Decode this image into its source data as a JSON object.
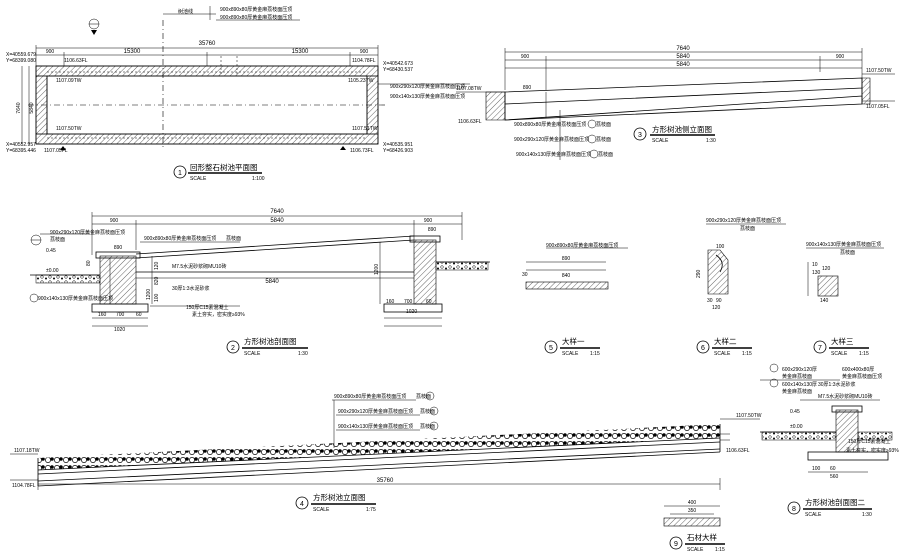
{
  "view1": {
    "coord_tl": "X=40559.679\nY=68399.080",
    "coord_tr": "X=40542.673\nY=68430.537",
    "coord_bl": "X=40552.957\nY=68395.446",
    "coord_br": "X=40535.951\nY=68426.903",
    "level_tl": "1106.63FL",
    "level_tr": "1104.78FL",
    "level_tw_l": "1107.09TW",
    "level_tw_r": "1105.23TW",
    "level_bl_tw": "1107.50TW",
    "level_br_tw": "1107.51TW",
    "level_bl": "1107.05FL",
    "level_br": "1106.73FL",
    "dim_total": "35760",
    "dim_half_l": "15300",
    "dim_half_r": "15300",
    "dim_end_l": "900",
    "dim_end_r": "900",
    "dim_width": "7640",
    "dim_inner": "5840",
    "dim_edge": "900",
    "label_top1": "900x890x80厚黄金麻荔枝面压顶",
    "label_top2": "900x890x80厚黄金麻荔枝面压顶",
    "label_small": "树池线",
    "label_r1": "900x290x120厚黄金麻荔枝面压顶",
    "label_r2": "900x140x130厚黄金麻荔枝面压顶",
    "number": "1",
    "title": "回形整石树池平面图",
    "scale_label": "SCALE",
    "scale": "1:100"
  },
  "view3": {
    "dim_total": "7640",
    "dim_inner": "5840",
    "dim_mid": "5840",
    "dim_l": "900",
    "dim_r": "900",
    "dim_890": "890",
    "level_l_tw": "1107.08TW",
    "level_l": "1106.63FL",
    "level_r_tw": "1107.50TW",
    "level_r": "1107.05FL",
    "label1": "900x890x80厚黄金麻荔枝面压顶",
    "label1b": "荔枝面",
    "label2": "900x290x120厚黄金麻荔枝面压顶",
    "label2b": "荔枝面",
    "label3": "900x140x130厚黄金麻荔枝面压顶",
    "label3b": "荔枝面",
    "number": "3",
    "title": "方形树池侧立面图",
    "scale_label": "SCALE",
    "scale": "1:30"
  },
  "view2": {
    "dim_total": "7640",
    "dim_inner": "5840",
    "dim_l": "900",
    "dim_r": "900",
    "dim_890l": "890",
    "dim_890r": "890",
    "dim_5840b": "5840",
    "dim_1020l": "1020",
    "dim_1020r": "1020",
    "dim_700l": "700",
    "dim_700r": "700",
    "dim_160l": "160",
    "dim_160r": "160",
    "dim_60l": "60",
    "dim_60r": "60",
    "dim_80": "80",
    "dim_1200": "1200",
    "dim_1200r": "1200",
    "dim_820": "820",
    "dim_120": "120",
    "dim_100": "100",
    "level_0": "±0.00",
    "level_045": "0.45",
    "label_top": "900x890x80厚黄金麻荔枝面压顶",
    "label_top2": "荔枝面",
    "label_side": "900x290x120厚黄金麻荔枝面压顶",
    "label_side2": "荔枝面",
    "label_m75": "M7.5水泥砂浆砌MU10砖",
    "label_30": "30厚1:3水泥砂浆",
    "label_150": "150厚C15素混凝土",
    "label_soil": "素土夯实，密实度≥93%",
    "label_bot": "900x140x130厚黄金麻荔枝面压顶",
    "number": "2",
    "title": "方形树池剖面图",
    "scale_label": "SCALE",
    "scale": "1:30"
  },
  "view5": {
    "label": "900x890x80厚黄金麻荔枝面压顶",
    "dim_890": "890",
    "dim_840": "840",
    "dim_30": "30",
    "number": "5",
    "title": "大样一",
    "scale_label": "SCALE",
    "scale": "1:15"
  },
  "view6": {
    "label": "900x290x120厚黄金麻荔枝面压顶",
    "label2": "荔枝面",
    "dim_290": "290",
    "dim_90": "90",
    "dim_30": "30",
    "dim_100": "100",
    "dim_120": "120",
    "number": "6",
    "title": "大样二",
    "scale_label": "SCALE",
    "scale": "1:15"
  },
  "view7": {
    "label": "900x140x130厚黄金麻荔枝面压顶",
    "label2": "荔枝面",
    "dim_130": "130",
    "dim_140": "140",
    "dim_10": "10",
    "dim_120": "120",
    "number": "7",
    "title": "大样三",
    "scale_label": "SCALE",
    "scale": "1:15"
  },
  "view4": {
    "label1": "900x890x80厚黄金麻荔枝面压顶",
    "label1b": "荔枝面",
    "label2": "900x290x120厚黄金麻荔枝面压顶",
    "label2b": "荔枝面",
    "label3": "900x140x130厚黄金麻荔枝面压顶",
    "label3b": "荔枝面",
    "level_l_tw": "1107.18TW",
    "level_l": "1104.78FL",
    "level_r_tw": "1107.50TW",
    "level_r": "1106.63FL",
    "dim_total": "35760",
    "number": "4",
    "title": "方形树池立面图",
    "scale_label": "SCALE",
    "scale": "1:75"
  },
  "view8": {
    "label1": "600x290x120厚",
    "label1b": "黄金麻荔枝面",
    "label2": "600x400x80厚",
    "label2b": "黄金麻荔枝面压顶",
    "label3": "600x140x130厚",
    "label3b": "黄金麻荔枝面",
    "label_30": "30厚1:3水泥砂浆",
    "label_m75": "M7.5水泥砂浆砌MU10砖",
    "label_150": "150厚C15素混凝土",
    "label_soil": "素土夯实，密实度≥93%",
    "level_0": "±0.00",
    "level_045": "0.45",
    "dim_560": "560",
    "dim_60": "60",
    "dim_100": "100",
    "number": "8",
    "title": "方形树池剖面图二",
    "scale_label": "SCALE",
    "scale": "1:30"
  },
  "view9": {
    "dim_400": "400",
    "dim_350": "350",
    "number": "9",
    "title": "石材大样",
    "scale_label": "SCALE",
    "scale": "1:15"
  }
}
